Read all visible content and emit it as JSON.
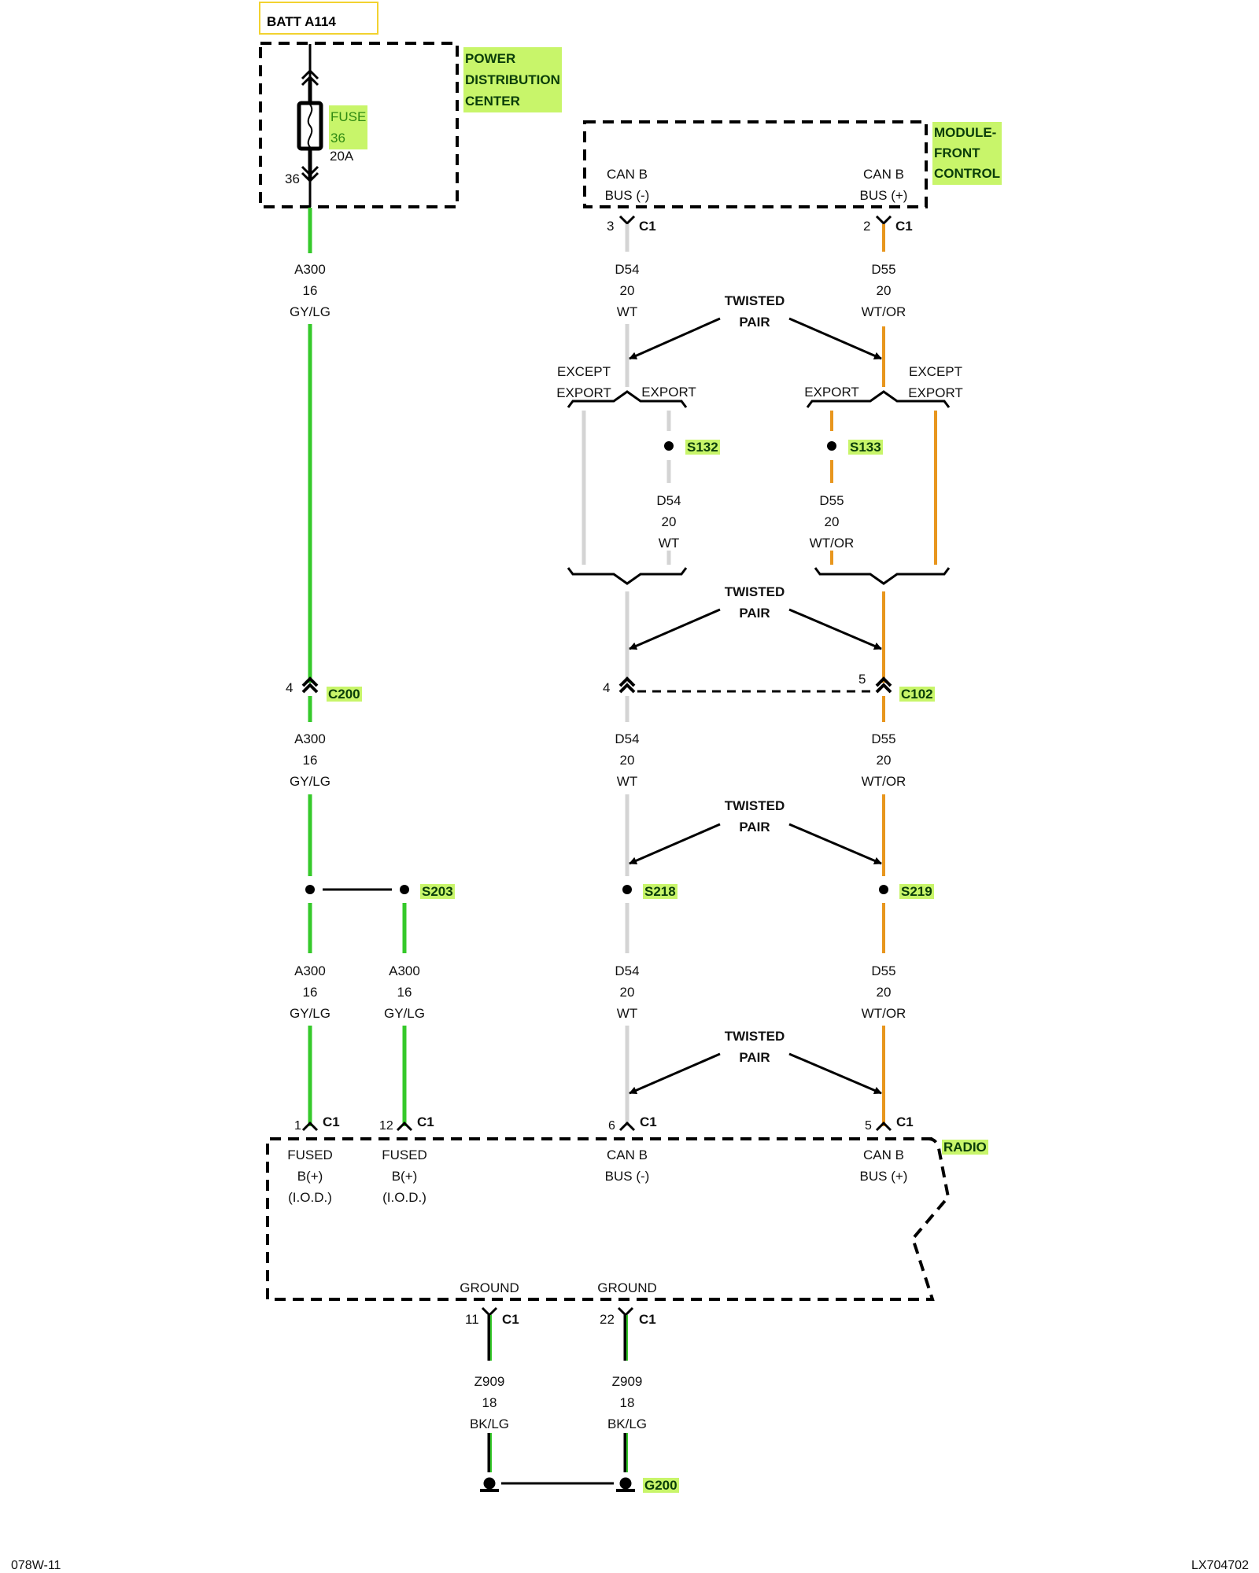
{
  "source_box": {
    "label": "BATT A114",
    "border_color": "#f2d230"
  },
  "pdc": {
    "name_lines": [
      "POWER",
      "DISTRIBUTION",
      "CENTER"
    ],
    "fuse_label": "FUSE",
    "fuse_number": "36",
    "fuse_rating": "20A",
    "cavity": "36"
  },
  "fcm": {
    "name_lines": [
      "MODULE-",
      "FRONT",
      "CONTROL"
    ],
    "pins": [
      {
        "lines": [
          "CAN B",
          "BUS (-)"
        ],
        "pin": "3",
        "connector": "C1"
      },
      {
        "lines": [
          "CAN B",
          "BUS (+)"
        ],
        "pin": "2",
        "connector": "C1"
      }
    ]
  },
  "radio": {
    "name": "RADIO",
    "pins_top": [
      {
        "lines": [
          "FUSED",
          "B(+)",
          "(I.O.D.)"
        ],
        "pin": "1",
        "connector": "C1"
      },
      {
        "lines": [
          "FUSED",
          "B(+)",
          "(I.O.D.)"
        ],
        "pin": "12",
        "connector": "C1"
      },
      {
        "lines": [
          "CAN B",
          "BUS (-)"
        ],
        "pin": "6",
        "connector": "C1"
      },
      {
        "lines": [
          "CAN B",
          "BUS (+)"
        ],
        "pin": "5",
        "connector": "C1"
      }
    ],
    "pins_bottom": [
      {
        "label": "GROUND",
        "pin": "11",
        "connector": "C1"
      },
      {
        "label": "GROUND",
        "pin": "22",
        "connector": "C1"
      }
    ]
  },
  "wires": {
    "a300": {
      "circuit": "A300",
      "gauge": "16",
      "color": "GY/LG",
      "hex": "#35c92a"
    },
    "d54": {
      "circuit": "D54",
      "gauge": "20",
      "color": "WT",
      "hex": "#d4d4d4"
    },
    "d55": {
      "circuit": "D55",
      "gauge": "20",
      "color": "WT/OR",
      "hex": "#e8961e"
    },
    "z909": {
      "circuit": "Z909",
      "gauge": "18",
      "color": "BK/LG",
      "hex": "#111111"
    }
  },
  "twisted_pair": {
    "line1": "TWISTED",
    "line2": "PAIR"
  },
  "options": {
    "except_export": [
      "EXCEPT",
      "EXPORT"
    ],
    "export": "EXPORT"
  },
  "splices": {
    "s132": "S132",
    "s133": "S133",
    "s203": "S203",
    "s218": "S218",
    "s219": "S219"
  },
  "connectors": {
    "c200": {
      "name": "C200",
      "pin": "4"
    },
    "c102": {
      "name": "C102",
      "pin_d54": "4",
      "pin_d55": "5"
    }
  },
  "ground": {
    "name": "G200"
  },
  "footer": {
    "left": "078W-11",
    "right": "LX704702"
  },
  "highlight_color": "#c8f56a"
}
